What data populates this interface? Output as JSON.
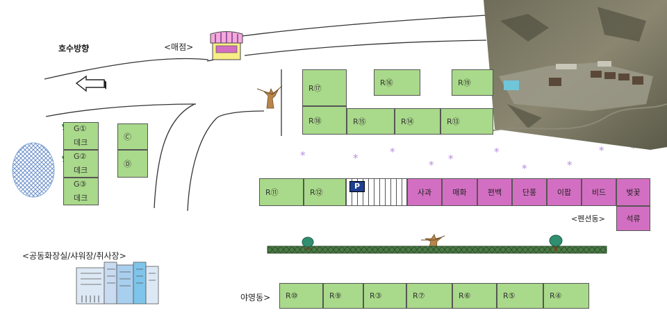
{
  "labels": {
    "lake_direction": "호수방향",
    "store": "<매점>",
    "common_facilities": "<공동화장실/샤워장/취사장>",
    "pension_building": "<펜션동>",
    "camping_building": "야영동>"
  },
  "deck_sites": [
    {
      "id": "G①",
      "label": "데크"
    },
    {
      "id": "G②",
      "label": "데크"
    },
    {
      "id": "G③",
      "label": "데크"
    }
  ],
  "small_sites": [
    "Ⓒ",
    "Ⓓ"
  ],
  "r_upper": [
    "R⑰",
    "R⑯",
    "R⑲",
    "R⑱",
    "R⑮",
    "R⑭",
    "R⑬"
  ],
  "r_middle": [
    "R⑪",
    "R⑫"
  ],
  "parking": "P",
  "pension_rooms": [
    "사과",
    "매화",
    "편백",
    "단풍",
    "이팝",
    "비드",
    "벚꽃"
  ],
  "pension_extra": "석류",
  "camping_row": [
    "R⑩",
    "R⑨",
    "R③",
    "R⑦",
    "R⑥",
    "R⑤",
    "R④"
  ],
  "colors": {
    "site": "#a9d98a",
    "pension": "#d36fc2",
    "lake": "#7fa6d9",
    "hedge": "#3a6b3a"
  }
}
